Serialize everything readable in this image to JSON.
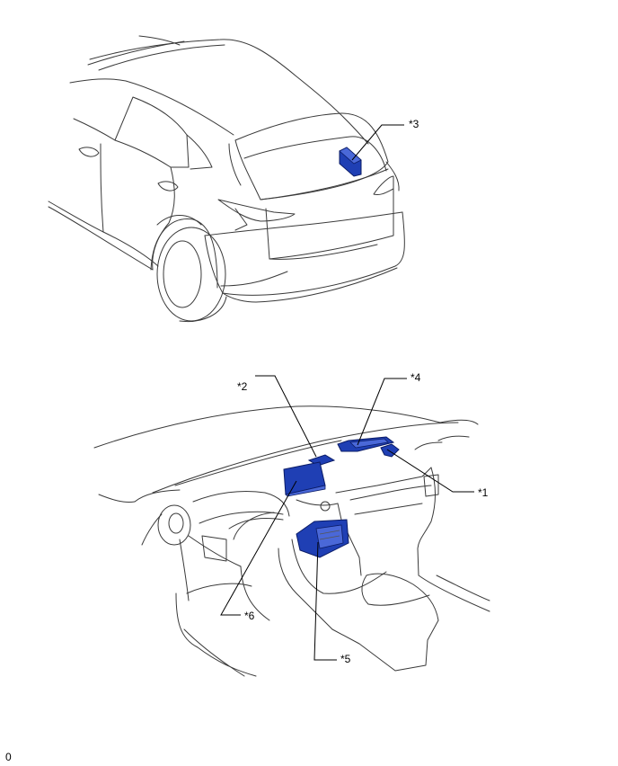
{
  "callouts": {
    "c1": "*1",
    "c2": "*2",
    "c3": "*3",
    "c4": "*4",
    "c5": "*5",
    "c6": "*6"
  },
  "footer_code": "0",
  "colors": {
    "part_fill": "#1f3fb4",
    "line": "#3a3a3a"
  }
}
